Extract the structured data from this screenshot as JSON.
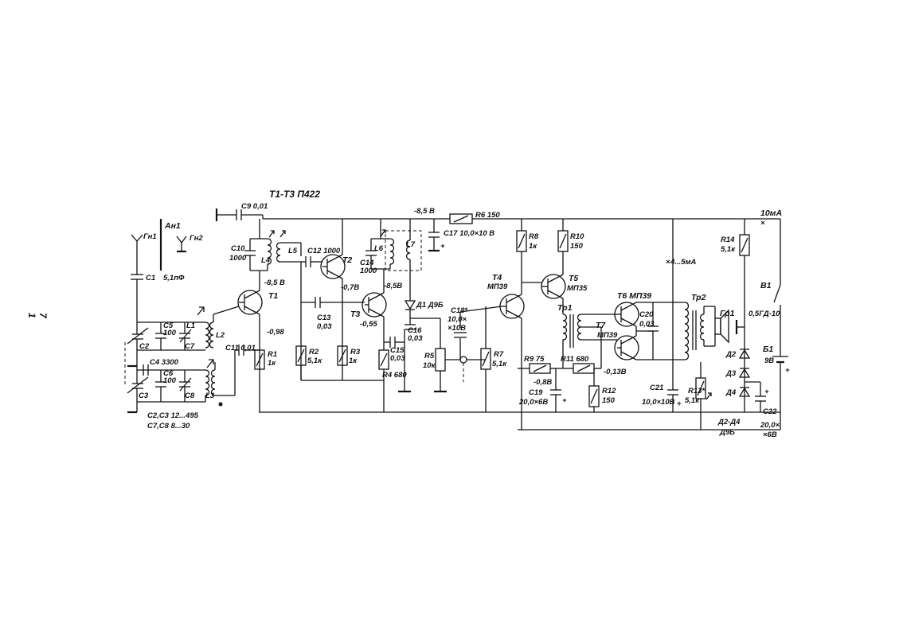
{
  "title": "T1-T3 П422",
  "margin_note": {
    "top": "7",
    "bottom": "1"
  },
  "components": {
    "C1": "C1",
    "C1v": "5,1пФ",
    "C2": "C2",
    "C3": "C3",
    "C4": "C4 3300",
    "C5": "C5",
    "C5v": "100",
    "C6": "C6",
    "C6v": "100",
    "C7": "C7",
    "C8": "C8",
    "C9": "C9 0,01",
    "C10": "C10",
    "C10v": "1000",
    "C11": "C11 0,01",
    "C12": "C12 1000",
    "C13": "C13",
    "C13v": "0,03",
    "C14": "C14",
    "C14v": "1000",
    "C15": "C15",
    "C15v": "0,03",
    "C16": "C16",
    "C16v": "0,03",
    "C17": "C17 10,0×10 В",
    "C18": "C18*",
    "C18v1": "10,0×",
    "C18v2": "×10В",
    "C19": "C19",
    "C19v": "20,0×6В",
    "C20": "C20",
    "C20v": "0,03",
    "C21": "C21",
    "C21v": "10,0×10В",
    "C22": "C22",
    "C22v1": "20,0×",
    "C22v2": "×6В",
    "R1": "R1",
    "R1v": "1к",
    "R2": "R2",
    "R2v": "5,1к",
    "R3": "R3",
    "R3v": "1к",
    "R4": "R4 680",
    "R5": "R5",
    "R5v": "10к",
    "R6": "R6 150",
    "R7": "R7",
    "R7v": "5,1к",
    "R8": "R8",
    "R8v": "1к",
    "R9": "R9  75",
    "R10": "R10",
    "R10v": "150",
    "R11": "R11 680",
    "R12": "R12",
    "R12v": "150",
    "R13": "R13*",
    "R13v": "5,1к",
    "R14": "R14",
    "R14v": "5,1к",
    "L1": "L1",
    "L2": "L2",
    "L3": "L3",
    "L4": "L4",
    "L5": "L5",
    "L6": "L6",
    "L7": "L7",
    "T1": "T1",
    "T2": "T2",
    "T3": "T3",
    "T4": "T4",
    "T4t": "МП39",
    "T5": "T5",
    "T5t": "МП35",
    "T6": "T6 МП39",
    "T7": "T7",
    "T7t": "МП39",
    "D1": "Д1 Д9Б",
    "D2": "Д2",
    "D3": "Д3",
    "D4": "Д4",
    "D24": "Д2-Д4",
    "D24t": "Д9Б",
    "Tr1": "Тр1",
    "Tr2": "Тр2",
    "Gr1": "Гр1",
    "Gr1t": "0,5ГД-10",
    "B1": "Б1",
    "B1v": "9В",
    "V1": "В1",
    "An1": "Ан1",
    "Gn1": "Гн1",
    "Gn2": "Гн2"
  },
  "voltages": {
    "v1": "-8,5 В",
    "v2": "-8,5В",
    "v3": "-0,7В",
    "v4": "-8,5В",
    "v5": "-0,98",
    "v6": "-0,55",
    "v7": "-0,8В",
    "v8": "-0,13В"
  },
  "currents": {
    "i1": "10мА",
    "i2": "4...5мА"
  },
  "notes": {
    "n1": "C2,C3  12...495",
    "n2": "C7,C8  8...30"
  }
}
